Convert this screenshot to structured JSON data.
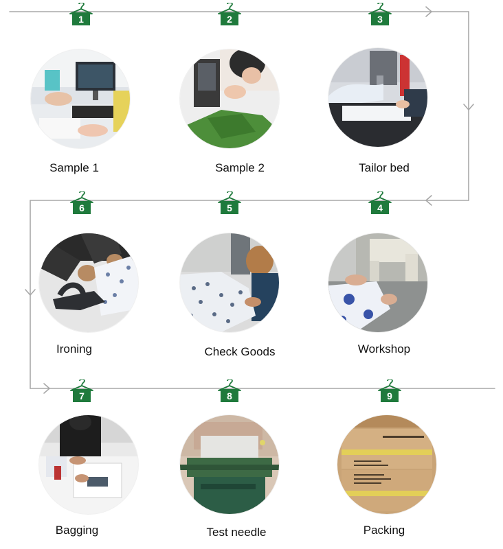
{
  "colors": {
    "badge_green": "#1f7a3c",
    "line_gray": "#a8a8a8"
  },
  "steps": [
    {
      "number": "1",
      "label": "Sample 1",
      "image": "designer-at-computer"
    },
    {
      "number": "2",
      "label": "Sample 2",
      "image": "green-fabric-sewing"
    },
    {
      "number": "3",
      "label": "Tailor bed",
      "image": "fabric-cutting-machine"
    },
    {
      "number": "4",
      "label": "Workshop",
      "image": "industrial-sewing-machine"
    },
    {
      "number": "5",
      "label": "Check Goods",
      "image": "patterned-fabric-pile"
    },
    {
      "number": "6",
      "label": "Ironing",
      "image": "steam-iron-on-garment"
    },
    {
      "number": "7",
      "label": "Bagging",
      "image": "garments-in-plastic-bags"
    },
    {
      "number": "8",
      "label": "Test needle",
      "image": "needle-detector-conveyor"
    },
    {
      "number": "9",
      "label": "Packing",
      "image": "cardboard-shipping-cartons"
    }
  ]
}
